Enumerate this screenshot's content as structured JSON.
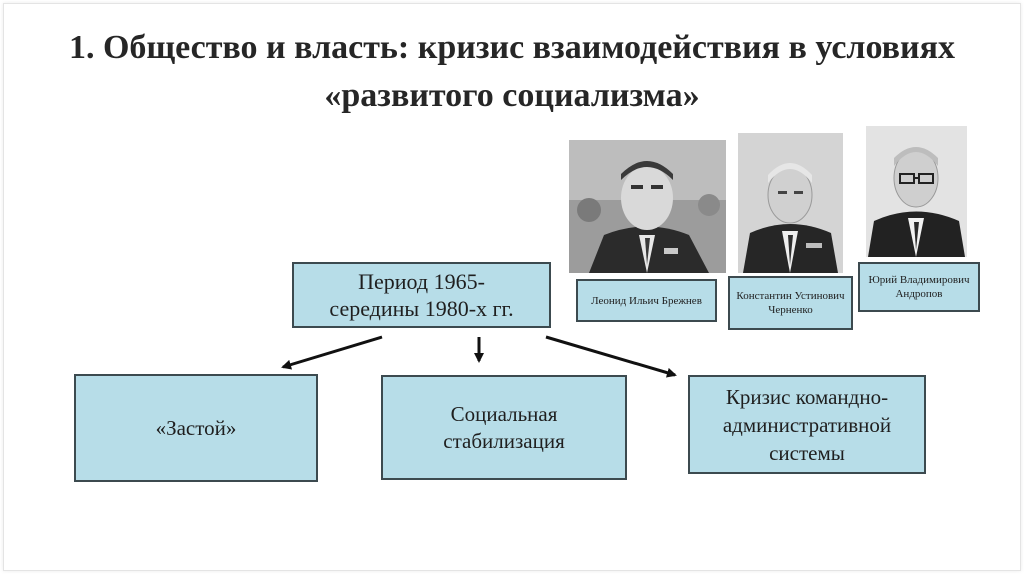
{
  "title": "1. Общество и власть: кризис взаимодействия в условиях «развитого социализма»",
  "period": {
    "line1": "Период 1965-",
    "line2": "середины 1980-х гг."
  },
  "outcomes": [
    {
      "line1": "«Застой»",
      "line2": "",
      "line3": ""
    },
    {
      "line1": "Социальная",
      "line2": "стабилизация",
      "line3": ""
    },
    {
      "line1": "Кризис командно-",
      "line2": "административной",
      "line3": "системы"
    }
  ],
  "leaders": [
    {
      "line1": "Леонид Ильич",
      "line2": "Брежнев",
      "line3": "",
      "photo_icon": "brezhnev-portrait-photo"
    },
    {
      "line1": "Константин",
      "line2": "Устинович",
      "line3": "Черненко",
      "photo_icon": "chernenko-portrait-photo"
    },
    {
      "line1": "Юрий",
      "line2": "Владимирович",
      "line3": "Андропов",
      "photo_icon": "andropov-portrait-photo"
    }
  ],
  "colors": {
    "box_fill": "#b7dde8",
    "box_border": "#3c4a4f",
    "title": "#262626"
  }
}
